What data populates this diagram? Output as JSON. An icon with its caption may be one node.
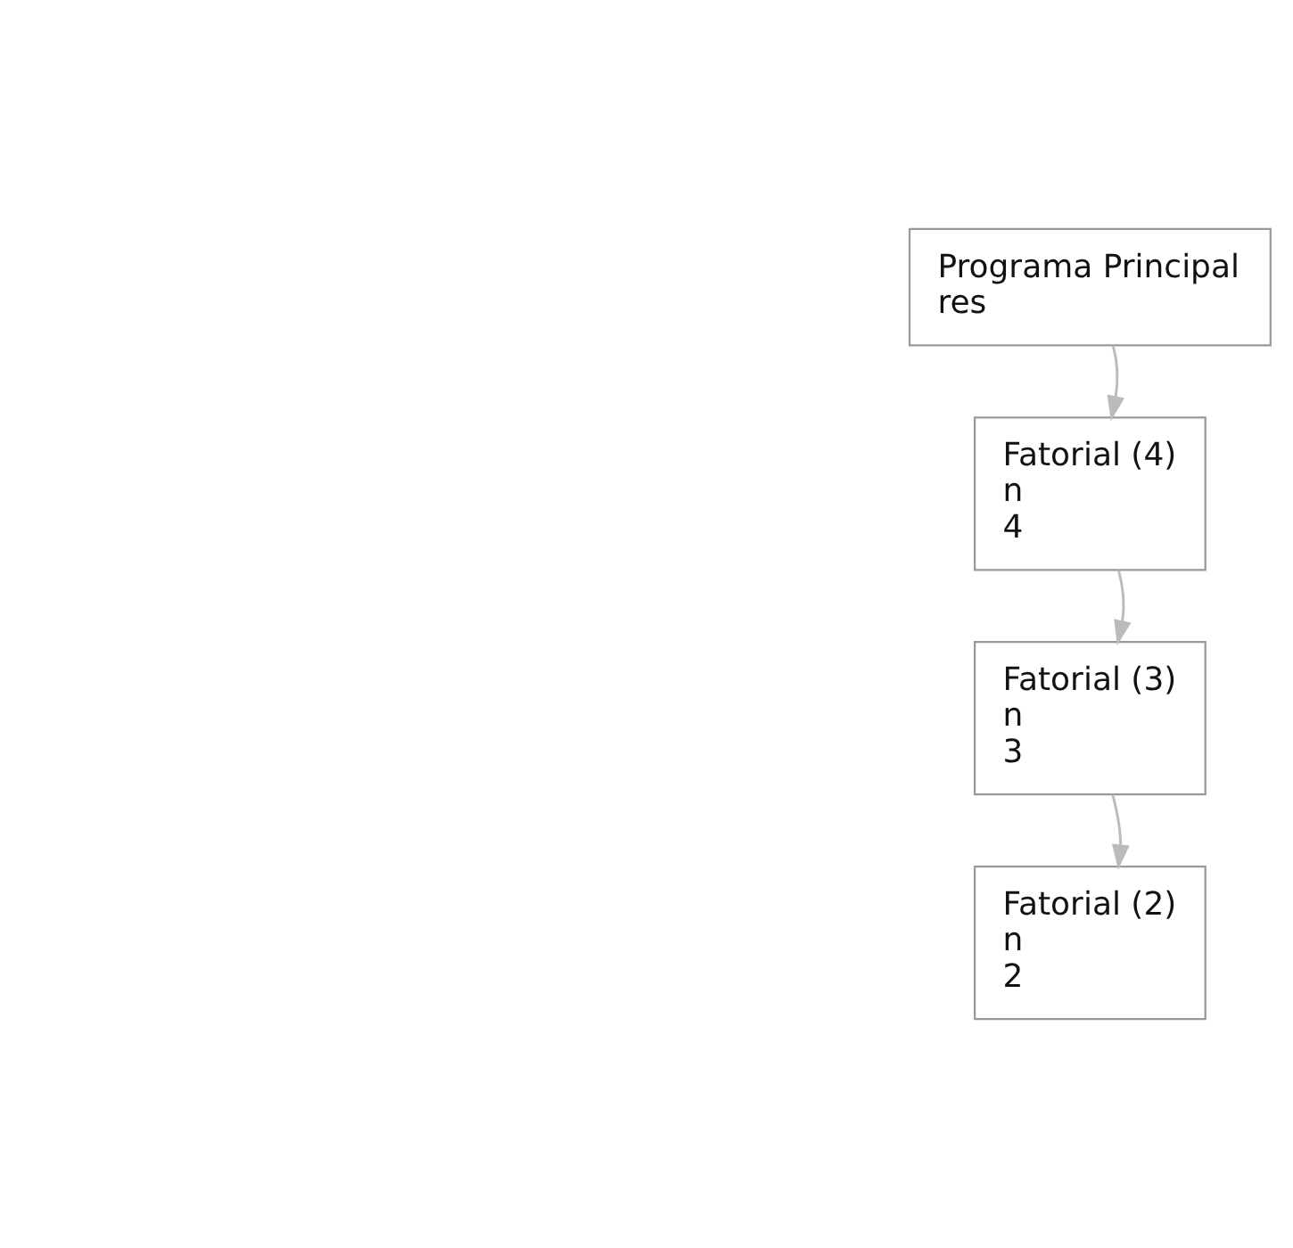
{
  "diagram": {
    "nodes": [
      {
        "text": [
          "Programa Principal",
          "res"
        ]
      },
      {
        "text": [
          "Fatorial (4)",
          "n",
          "4"
        ]
      },
      {
        "text": [
          "Fatorial (3)",
          "n",
          "3"
        ]
      },
      {
        "text": [
          "Fatorial (2)",
          "n",
          "2"
        ]
      }
    ],
    "edges": [
      {
        "from": 0,
        "to": 1,
        "arrow": "to"
      },
      {
        "from": 1,
        "to": 2,
        "arrow": "to"
      },
      {
        "from": 2,
        "to": 3,
        "arrow": "to"
      }
    ]
  }
}
